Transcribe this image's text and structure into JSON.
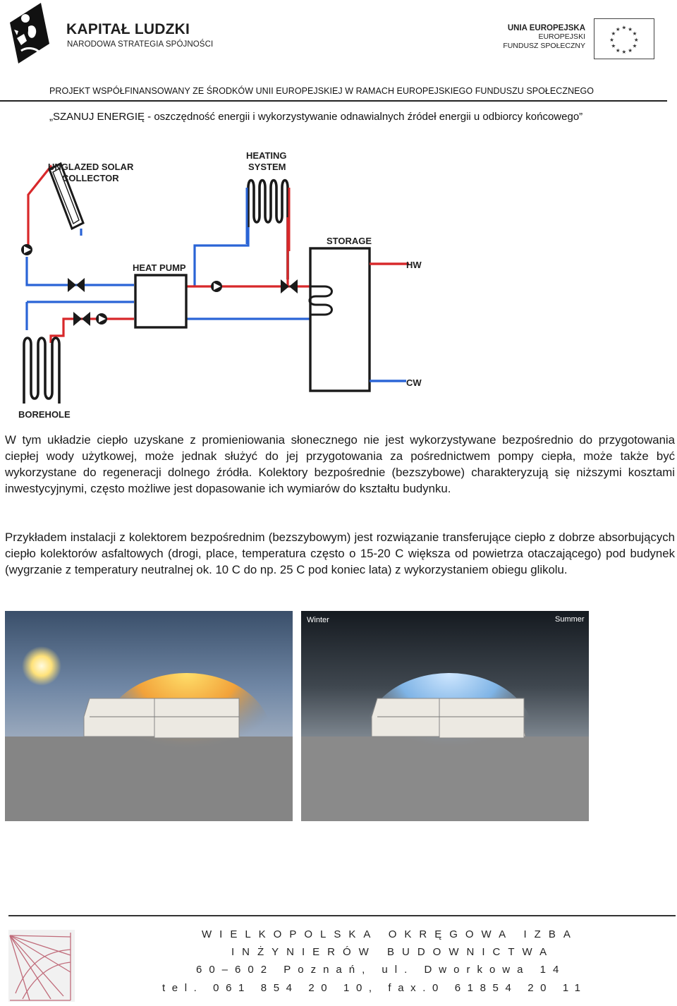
{
  "header": {
    "brand_title": "KAPITAŁ LUDZKI",
    "brand_subtitle": "NARODOWA STRATEGIA SPÓJNOŚCI",
    "eu_line1": "UNIA EUROPEJSKA",
    "eu_line2": "EUROPEJSKI",
    "eu_line3": "FUNDUSZ SPOŁECZNY",
    "project_line": "PROJEKT WSPÓŁFINANSOWANY ZE ŚRODKÓW UNII EUROPEJSKIEJ W RAMACH EUROPEJSKIEGO FUNDUSZU SPOŁECZNEGO"
  },
  "doc_title": "„SZANUJ ENERGIĘ - oszczędność energii i wykorzystywanie odnawialnych źródeł energii u odbiorcy końcowego”",
  "diagram": {
    "labels": {
      "collector_1": "UNGLAZED SOLAR",
      "collector_2": "COLLECTOR",
      "heating_1": "HEATING",
      "heating_2": "SYSTEM",
      "storage": "STORAGE",
      "heat_pump": "HEAT PUMP",
      "hw": "HW",
      "cw": "CW",
      "borehole": "BOREHOLE"
    },
    "colors": {
      "hot": "#d8282a",
      "cold": "#2a64d6",
      "line": "#1a1a1a"
    }
  },
  "paragraphs": [
    "W tym układzie ciepło uzyskane z promieniowania słonecznego nie jest wykorzystywane bezpośrednio do przygotowania ciepłej wody użytkowej, może jednak służyć do jej przygotowania za pośrednictwem pompy ciepła, może także być wykorzystane do regeneracji dolnego źródła. Kolektory bezpośrednie (bezszybowe) charakteryzują się niższymi kosztami inwestycyjnymi, często możliwe jest dopasowanie ich wymiarów do kształtu budynku.",
    "Przykładem instalacji z kolektorem bezpośrednim (bezszybowym) jest rozwiązanie transferujące ciepło z dobrze absorbujących ciepło kolektorów asfaltowych (drogi, place, temperatura często o 15-20 C większa od powietrza otaczającego) pod budynek (wygrzanie z temperatury neutralnej ok. 10 C do np. 25 C pod koniec lata) z wykorzystaniem obiegu glikolu."
  ],
  "photo": {
    "winter_label": "Winter",
    "summer_label": "Summer"
  },
  "footer": {
    "line1": "WIELKOPOLSKA OKRĘGOWA IZBA",
    "line2": "INŻYNIERÓW BUDOWNICTWA",
    "line3": "60–602 Poznań, ul. Dworkowa 14",
    "line4": "tel. 061 854 20 10, fax.0 61854 20 11"
  }
}
